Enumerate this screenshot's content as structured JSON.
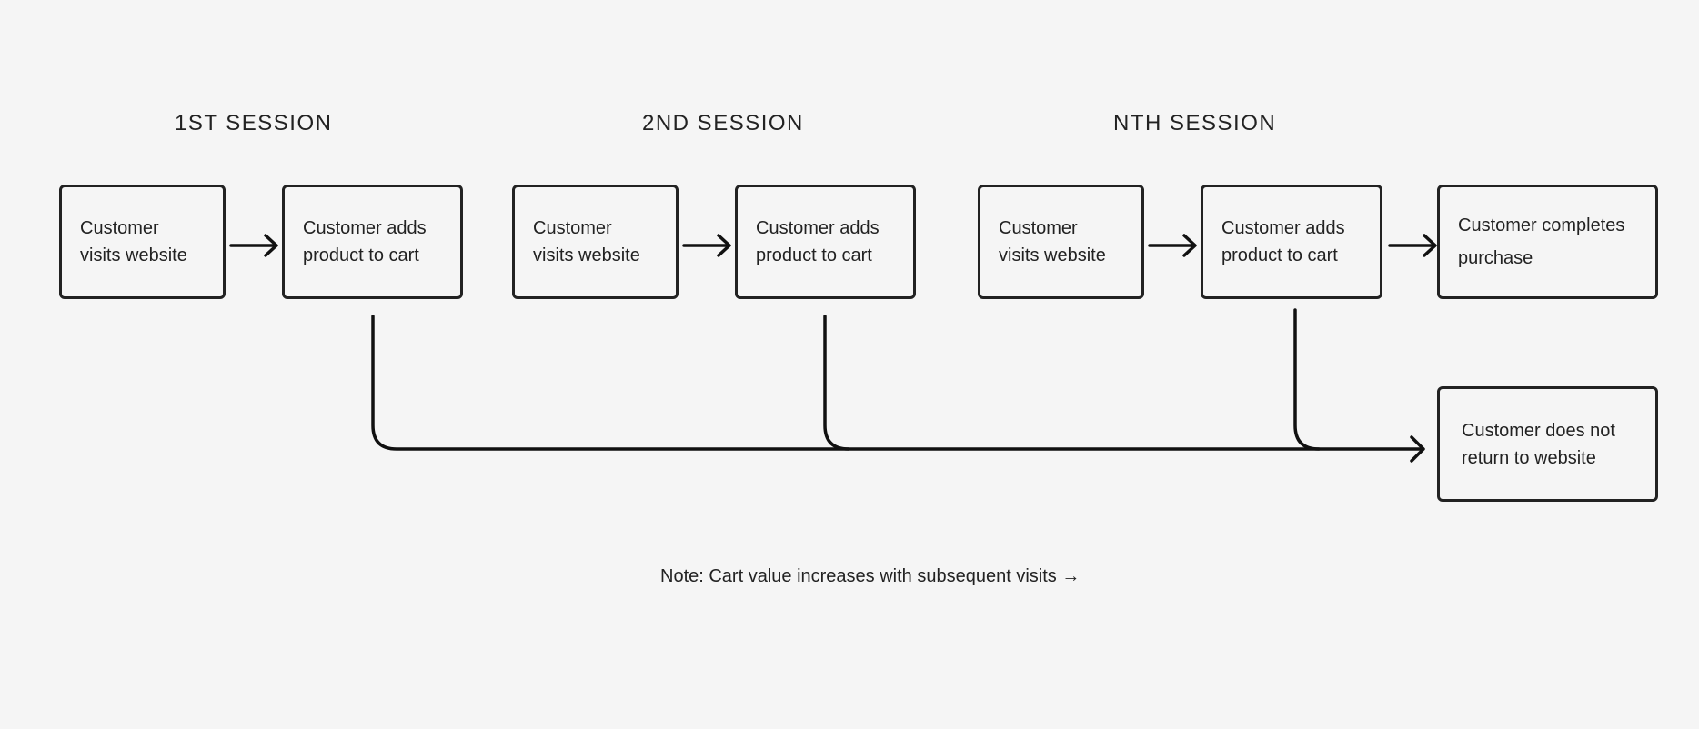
{
  "sessions": [
    {
      "label": "1ST SESSION"
    },
    {
      "label": "2ND SESSION"
    },
    {
      "label": "NTH SESSION"
    }
  ],
  "nodes": {
    "visit_1": "Customer\nvisits website",
    "cart_1": "Customer adds\nproduct to cart",
    "visit_2": "Customer\nvisits website",
    "cart_2": "Customer adds\nproduct to cart",
    "visit_n": "Customer\nvisits website",
    "cart_n": "Customer adds\nproduct to cart",
    "purchase": "Customer completes\npurchase",
    "no_return": "Customer does not\nreturn to website"
  },
  "note": "Note: Cart value increases with subsequent visits →",
  "colors": {
    "background": "#f5f5f5",
    "stroke": "#222222",
    "connector": "#111111"
  }
}
